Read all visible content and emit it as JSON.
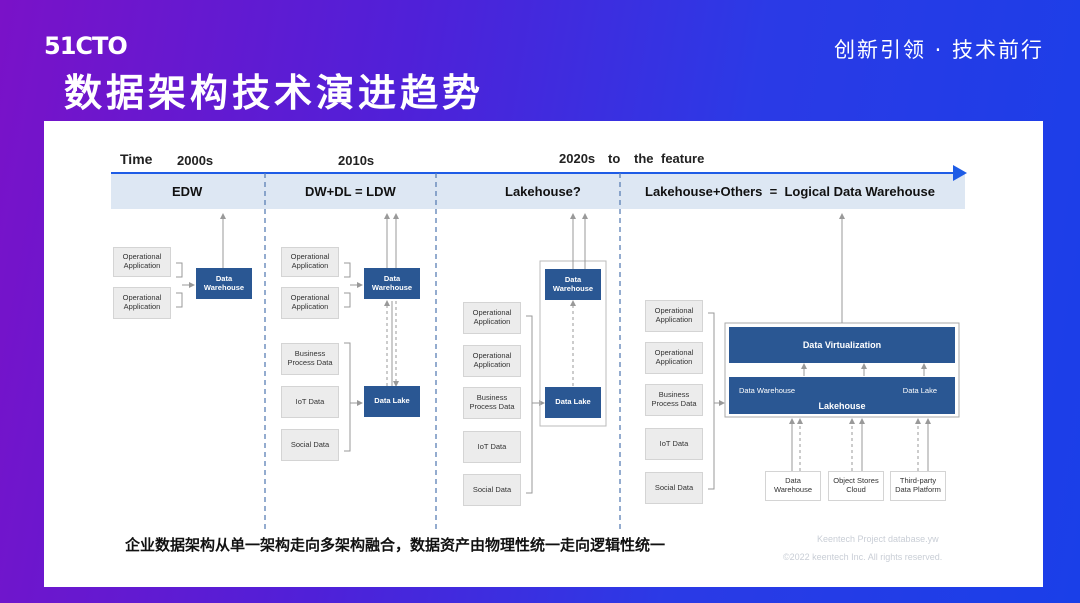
{
  "header": {
    "logo": "51CTO",
    "title": "数据架构技术演进趋势",
    "slogan": "创新引领 · 技术前行"
  },
  "timeline": {
    "time_label": "Time",
    "eras": [
      "2000s",
      "2010s",
      "2020s",
      "to",
      "the",
      "feature"
    ]
  },
  "phases": [
    "EDW",
    "DW+DL = LDW",
    "Lakehouse?",
    "Lakehouse+Others  =  Logical Data Warehouse"
  ],
  "stage1": {
    "sources": [
      "Operational Application",
      "Operational Application"
    ],
    "target": "Data Warehouse"
  },
  "stage2": {
    "sources": [
      "Operational Application",
      "Operational Application",
      "Business Process Data",
      "IoT Data",
      "Social Data"
    ],
    "warehouse": "Data Warehouse",
    "lake": "Data Lake"
  },
  "stage3": {
    "sources": [
      "Operational Application",
      "Operational Application",
      "Business Process Data",
      "IoT Data",
      "Social Data"
    ],
    "warehouse": "Data Warehouse",
    "lake": "Data Lake"
  },
  "stage4": {
    "sources": [
      "Operational Application",
      "Operational Application",
      "Business Process Data",
      "IoT Data",
      "Social Data"
    ],
    "virtualization": "Data Virtualization",
    "dw": "Data Warehouse",
    "dl": "Data Lake",
    "lakehouse": "Lakehouse",
    "bottom": [
      "Data Warehouse",
      "Object Stores Cloud",
      "Third-party Data Platform"
    ]
  },
  "footer": {
    "caption": "企业数据架构从单一架构走向多架构融合，数据资产由物理性统一走向逻辑性统一",
    "watermark1": "Keentech Project database.yw",
    "watermark2": "©2022 keentech Inc. All rights reserved."
  }
}
